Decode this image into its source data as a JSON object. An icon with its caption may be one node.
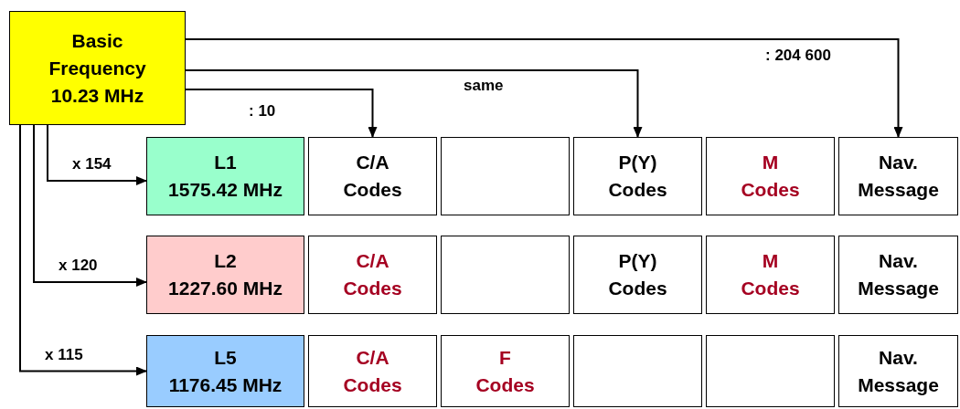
{
  "diagram": {
    "nodes": [
      {
        "text": [
          "Basic Frequency 10.23 MHz"
        ]
      },
      {
        "text": [
          "L1",
          "1575.42 MHz"
        ]
      },
      {
        "text": [
          "C/A Codes"
        ]
      },
      {
        "text": [],
        "shape": "box"
      },
      {
        "text": [
          "P(Y) Codes"
        ]
      },
      {
        "text": [
          "M Codes"
        ]
      },
      {
        "text": [
          "Nav. Message"
        ]
      },
      {
        "text": [
          "L2",
          "1227.60 MHz"
        ]
      },
      {
        "text": [
          "C/A Codes"
        ]
      },
      {
        "text": [],
        "shape": "box"
      },
      {
        "text": [
          "P(Y) Codes"
        ]
      },
      {
        "text": [
          "M Codes"
        ]
      },
      {
        "text": [
          "Nav. Message"
        ]
      },
      {
        "text": [
          "L5",
          "1176.45 MHz"
        ]
      },
      {
        "text": [
          "C/A Codes"
        ]
      },
      {
        "text": [
          "F Codes"
        ]
      },
      {
        "text": [],
        "shape": "box"
      },
      {
        "text": [],
        "shape": "box"
      },
      {
        "text": [
          "Nav. Message"
        ]
      }
    ],
    "edges": [
      {
        "from": 0,
        "to": 6,
        "arrow": "to",
        "label": ": 204 600"
      },
      {
        "from": 0,
        "to": 4,
        "arrow": "to",
        "label": "same"
      },
      {
        "from": 0,
        "to": 2,
        "arrow": "to",
        "label": ": 10"
      },
      {
        "from": 0,
        "to": 1,
        "arrow": "to",
        "label": "x 154"
      },
      {
        "from": 0,
        "to": 7,
        "arrow": "to",
        "label": "x 120"
      },
      {
        "from": 0,
        "to": 13,
        "arrow": "to",
        "label": "x 115"
      }
    ]
  }
}
